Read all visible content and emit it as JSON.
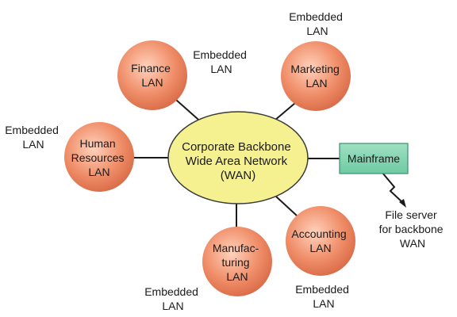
{
  "hub": {
    "lines": [
      "Corporate Backbone",
      "Wide Area Network",
      "(WAN)"
    ]
  },
  "nodes": [
    {
      "id": "finance",
      "lines": [
        "Finance",
        "LAN"
      ]
    },
    {
      "id": "marketing",
      "lines": [
        "Marketing",
        "LAN"
      ]
    },
    {
      "id": "human-resources",
      "lines": [
        "Human",
        "Resources",
        "LAN"
      ]
    },
    {
      "id": "manufacturing",
      "lines": [
        "Manufac-",
        "turing",
        "LAN"
      ]
    },
    {
      "id": "accounting",
      "lines": [
        "Accounting",
        "LAN"
      ]
    }
  ],
  "mainframe": {
    "label": "Mainframe"
  },
  "notes": [
    {
      "id": "finance-embedded",
      "lines": [
        "Embedded",
        "LAN"
      ]
    },
    {
      "id": "marketing-embedded",
      "lines": [
        "Embedded",
        "LAN"
      ]
    },
    {
      "id": "hr-embedded",
      "lines": [
        "Embedded",
        "LAN"
      ]
    },
    {
      "id": "manufacturing-embedded",
      "lines": [
        "Embedded",
        "LAN"
      ]
    },
    {
      "id": "accounting-embedded",
      "lines": [
        "Embedded",
        "LAN"
      ]
    },
    {
      "id": "file-server",
      "lines": [
        "File server",
        "for backbone",
        "WAN"
      ]
    }
  ],
  "colors": {
    "node_fill": "#f08f6a",
    "node_center": "#ffd2bd",
    "node_edge": "#d96b47",
    "hub_fill": "#f6f190",
    "hub_stroke": "#3a3a3a",
    "mainframe_fill": "#6fcaa4",
    "mainframe_stroke": "#3a8f6e",
    "line": "#1a1a1a"
  }
}
